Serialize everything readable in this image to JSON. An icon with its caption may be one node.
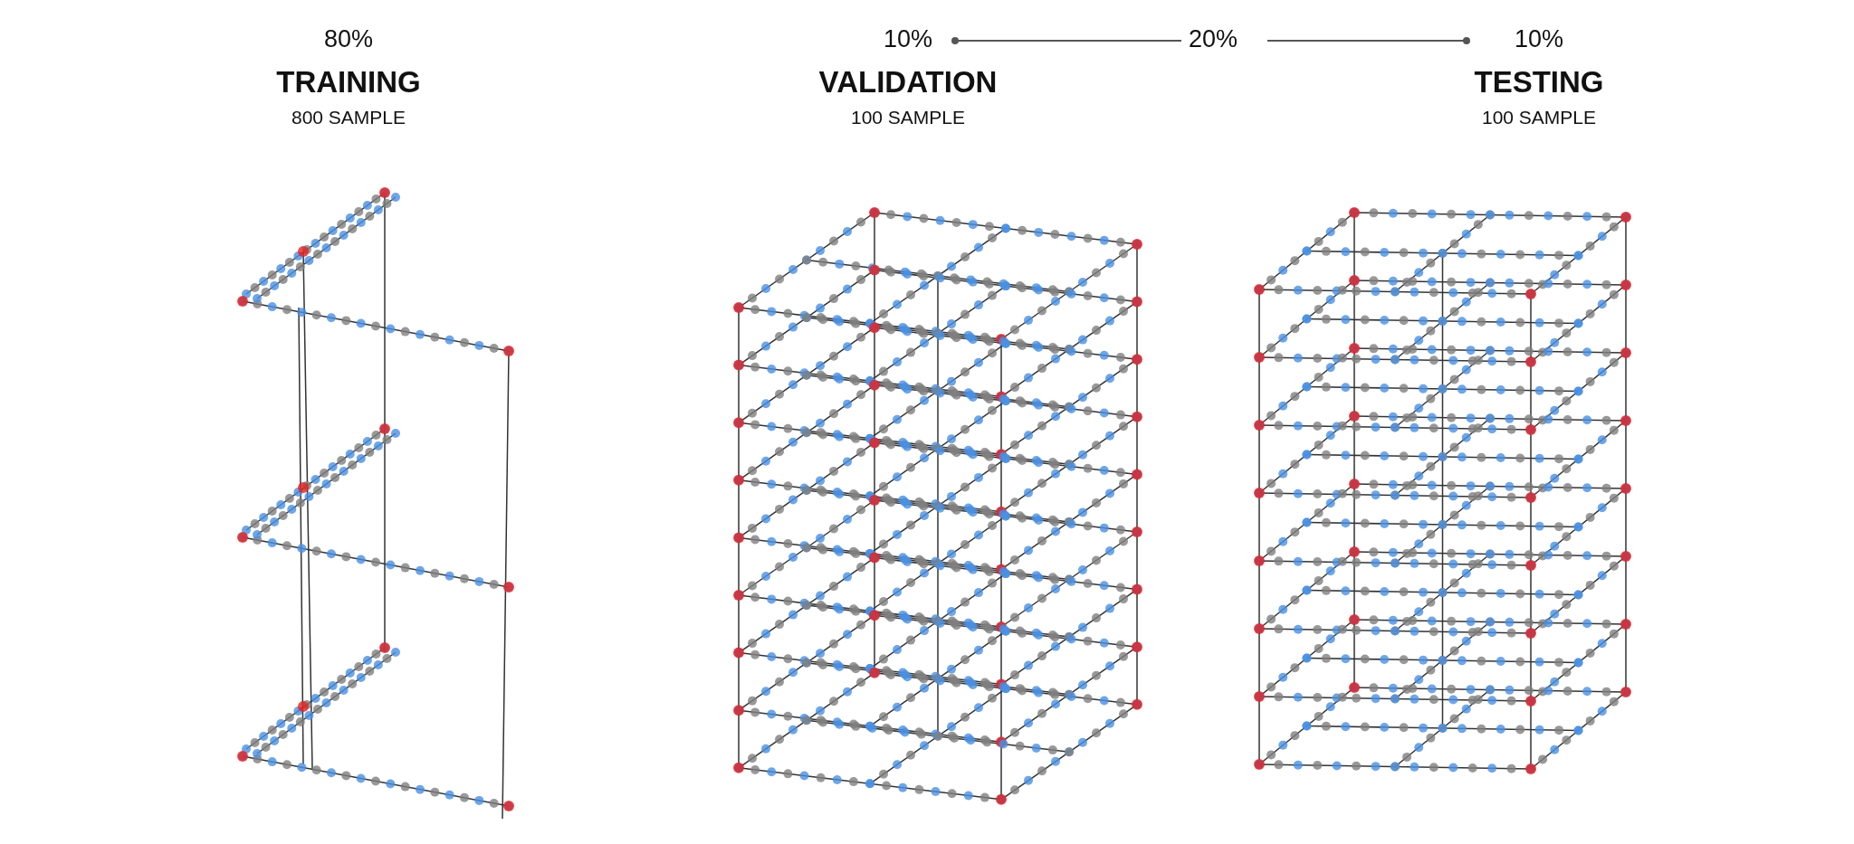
{
  "diagram": {
    "labels": [
      "80%",
      "TRAINING",
      "800 SAMPLE",
      "10%",
      "VALIDATION",
      "100 SAMPLE",
      "20%",
      "10%",
      "TESTING",
      "100 SAMPLE"
    ]
  }
}
